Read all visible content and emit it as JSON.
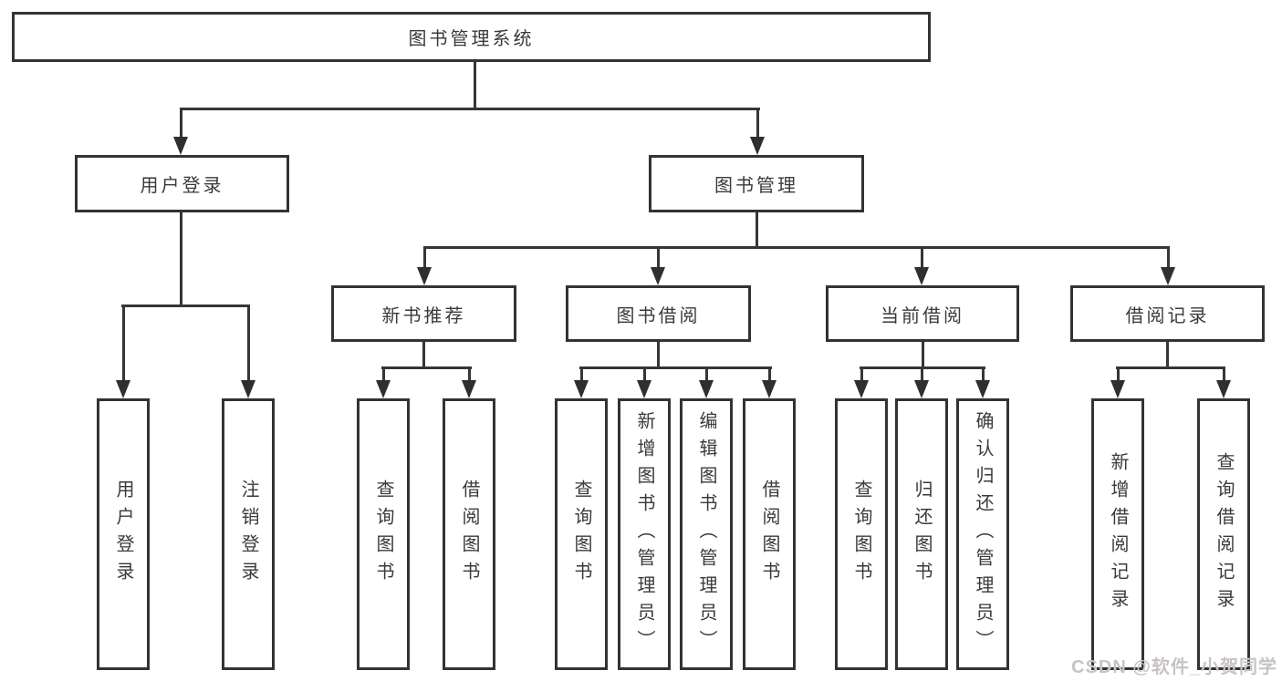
{
  "diagram": {
    "title": "图书管理系统",
    "root": {
      "label": "图书管理系统"
    },
    "branches": [
      {
        "label": "用户登录",
        "children": [
          {
            "label": "用户登录"
          },
          {
            "label": "注销登录"
          }
        ]
      },
      {
        "label": "图书管理",
        "children": [
          {
            "label": "新书推荐",
            "children": [
              {
                "label": "查询图书"
              },
              {
                "label": "借阅图书"
              }
            ]
          },
          {
            "label": "图书借阅",
            "children": [
              {
                "label": "查询图书"
              },
              {
                "label": "新增图书（管理员）"
              },
              {
                "label": "编辑图书（管理员）"
              },
              {
                "label": "借阅图书"
              }
            ]
          },
          {
            "label": "当前借阅",
            "children": [
              {
                "label": "查询图书"
              },
              {
                "label": "归还图书"
              },
              {
                "label": "确认归还（管理员）"
              }
            ]
          },
          {
            "label": "借阅记录",
            "children": [
              {
                "label": "新增借阅记录"
              },
              {
                "label": "查询借阅记录"
              }
            ]
          }
        ]
      }
    ]
  },
  "watermark": {
    "text": "CSDN @软件_小贺同学",
    "color": "#c8c3c3"
  },
  "colors": {
    "background": "#ffffff",
    "box_border": "#333333",
    "connector": "#363636",
    "text": "#3a3a3a",
    "watermark": "#c8c3c3"
  }
}
